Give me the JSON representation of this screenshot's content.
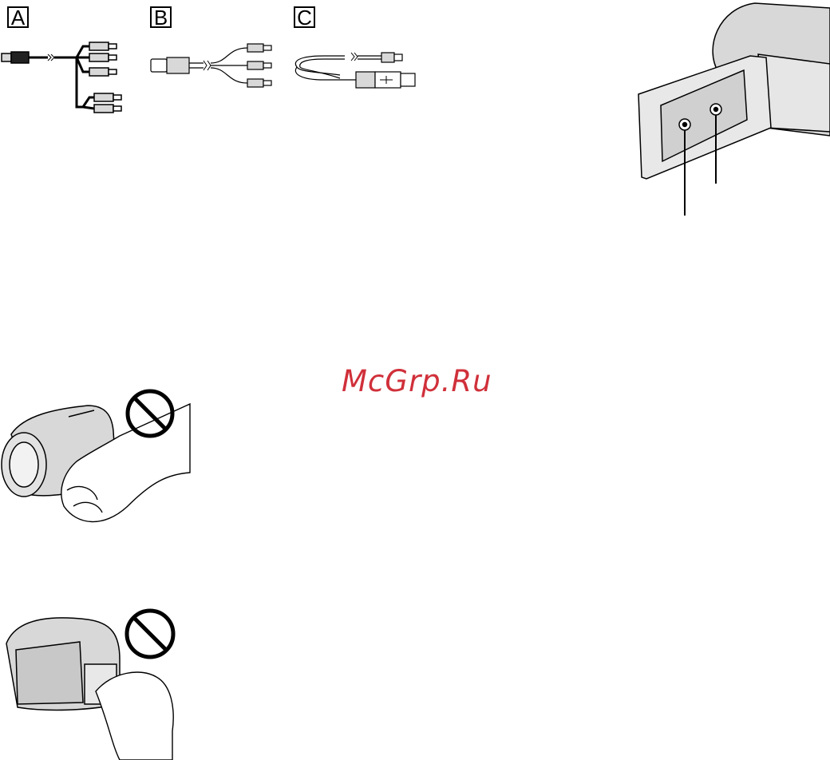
{
  "accessories": {
    "a": {
      "label": "A"
    },
    "b": {
      "label": "B"
    },
    "c": {
      "label": "C"
    }
  },
  "watermark": {
    "text": "McGrp.Ru",
    "color": "#d0303a"
  },
  "colors": {
    "line": "#000000",
    "fill_gray": "#d8d8d8",
    "fill_light": "#e8e8e8"
  }
}
